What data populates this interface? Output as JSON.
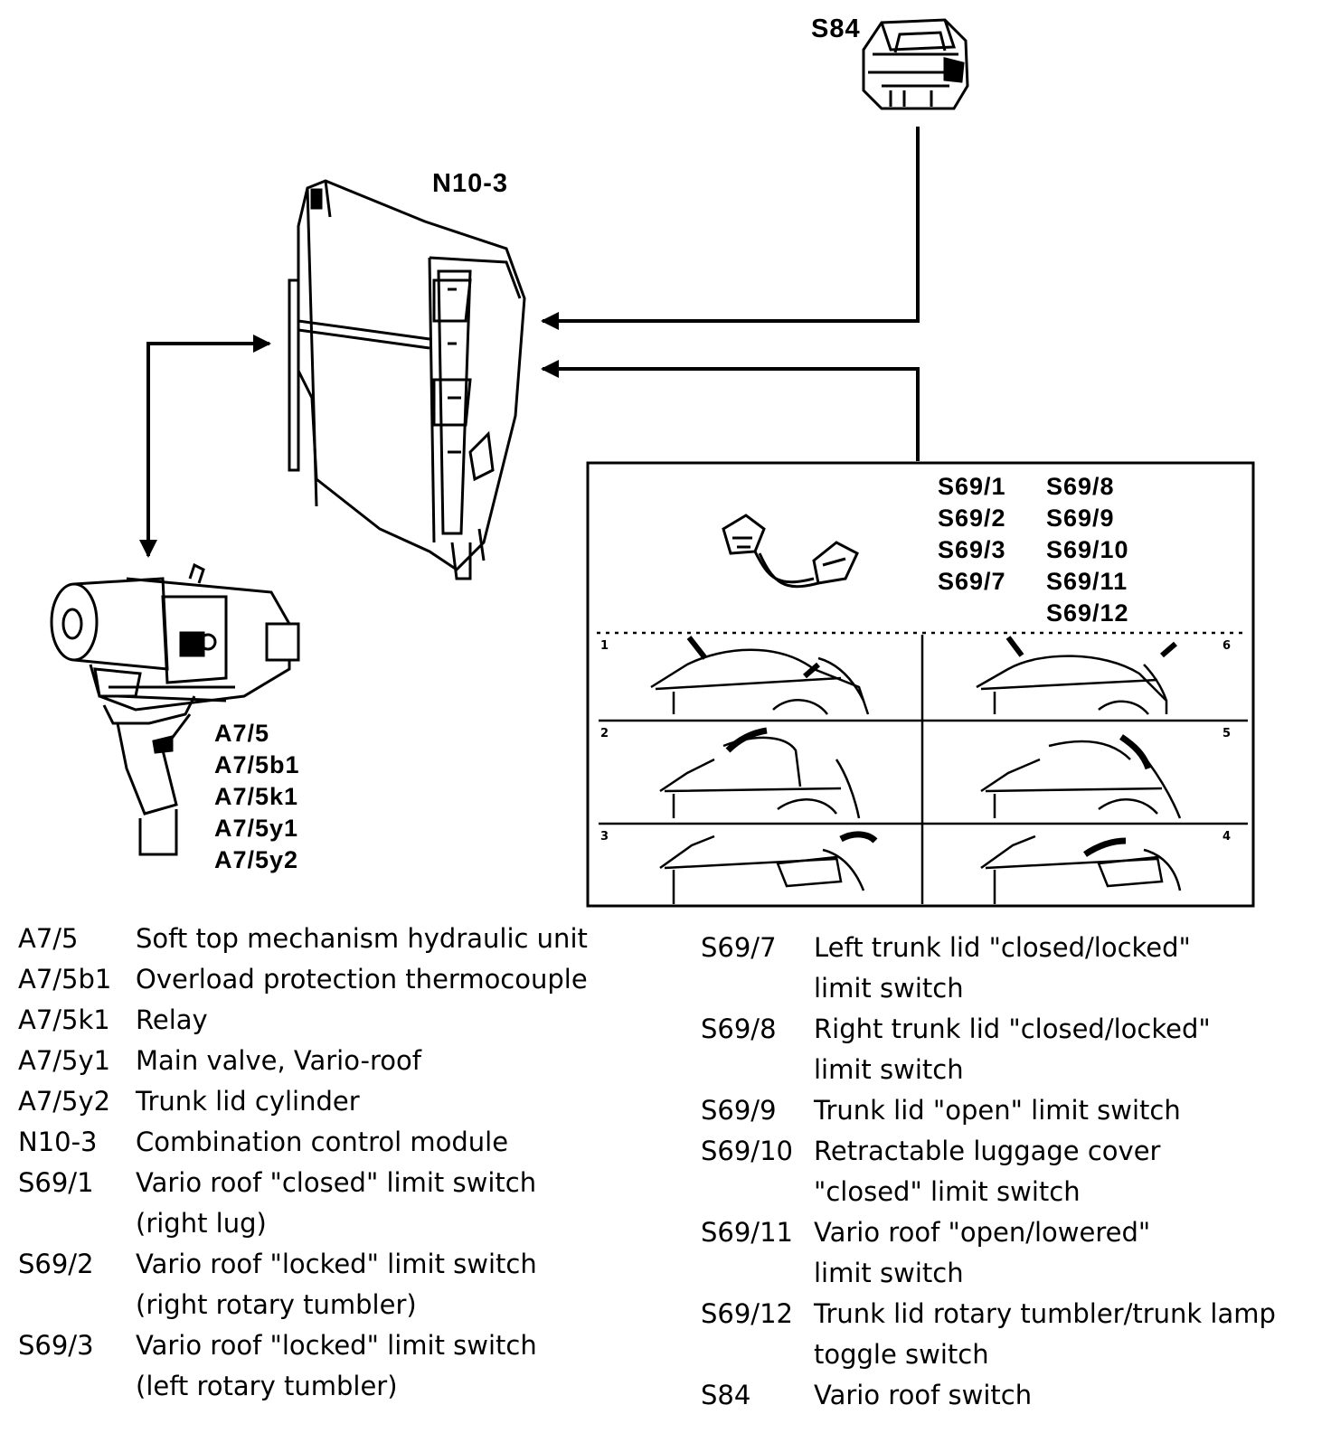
{
  "components": {
    "switch_label": "S84",
    "module_label": "N10-3",
    "hydraulic_labels": [
      "A7/5",
      "A7/5b1",
      "A7/5k1",
      "A7/5y1",
      "A7/5y2"
    ],
    "limit_switch_labels_col1": [
      "S69/1",
      "S69/2",
      "S69/3",
      "S69/7"
    ],
    "limit_switch_labels_col2": [
      "S69/8",
      "S69/9",
      "S69/10",
      "S69/11",
      "S69/12"
    ]
  },
  "roof_sequence_steps": [
    "1",
    "2",
    "3",
    "4",
    "5",
    "6"
  ],
  "legend_left": [
    {
      "code": "A7/5",
      "desc": "Soft top mechanism hydraulic unit"
    },
    {
      "code": "A7/5b1",
      "desc": "Overload protection thermocouple"
    },
    {
      "code": "A7/5k1",
      "desc": "Relay"
    },
    {
      "code": "A7/5y1",
      "desc": "Main valve, Vario-roof"
    },
    {
      "code": "A7/5y2",
      "desc": "Trunk lid cylinder"
    },
    {
      "code": "N10-3",
      "desc": "Combination control module"
    },
    {
      "code": "S69/1",
      "desc": "Vario roof \"closed\" limit switch\n(right lug)"
    },
    {
      "code": "S69/2",
      "desc": "Vario roof \"locked\" limit switch\n(right rotary tumbler)"
    },
    {
      "code": "S69/3",
      "desc": "Vario roof \"locked\" limit switch\n(left rotary tumbler)"
    }
  ],
  "legend_right": [
    {
      "code": "S69/7",
      "desc": "Left trunk lid \"closed/locked\"\nlimit switch"
    },
    {
      "code": "S69/8",
      "desc": "Right trunk lid \"closed/locked\"\nlimit switch"
    },
    {
      "code": "S69/9",
      "desc": "Trunk lid \"open\" limit switch"
    },
    {
      "code": "S69/10",
      "desc": "Retractable luggage cover\n\"closed\" limit switch"
    },
    {
      "code": "S69/11",
      "desc": "Vario roof \"open/lowered\"\nlimit switch"
    },
    {
      "code": "S69/12",
      "desc": "Trunk lid rotary tumbler/trunk lamp\ntoggle switch"
    },
    {
      "code": "S84",
      "desc": "Vario roof switch"
    }
  ]
}
